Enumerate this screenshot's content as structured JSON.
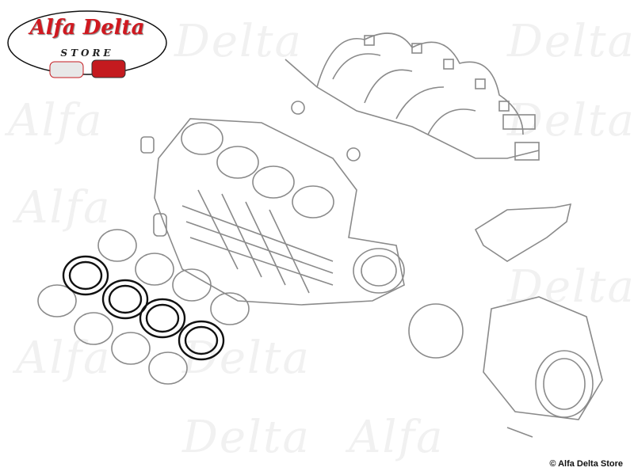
{
  "logo": {
    "title": "Alfa Delta",
    "subtitle": "STORE"
  },
  "watermark_text": "Alfa Delta",
  "copyright": "© Alfa Delta Store",
  "colors": {
    "brand_red": "#d01920",
    "line_gray": "#8a8a8a",
    "highlight_black": "#111111"
  }
}
